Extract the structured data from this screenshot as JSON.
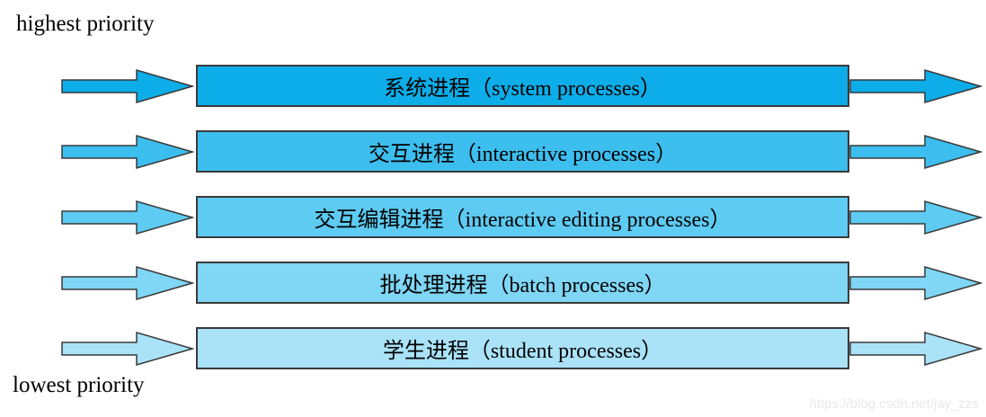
{
  "diagram": {
    "top_label": "highest priority",
    "bottom_label": "lowest priority",
    "queues": [
      {
        "label": "系统进程（system processes）",
        "color": "#0cade8"
      },
      {
        "label": "交互进程（interactive processes）",
        "color": "#3cbeee"
      },
      {
        "label": "交互编辑进程（interactive editing processes）",
        "color": "#5dcbf2"
      },
      {
        "label": "批处理进程（batch processes）",
        "color": "#7fd6f5"
      },
      {
        "label": "学生进程（student processes）",
        "color": "#aae2f8"
      }
    ],
    "watermark": "https://blog.csdn.net/jay_zzs",
    "colors": {
      "outline": "#3a3a3a",
      "text": "#000000",
      "background": "#ffffff"
    }
  }
}
